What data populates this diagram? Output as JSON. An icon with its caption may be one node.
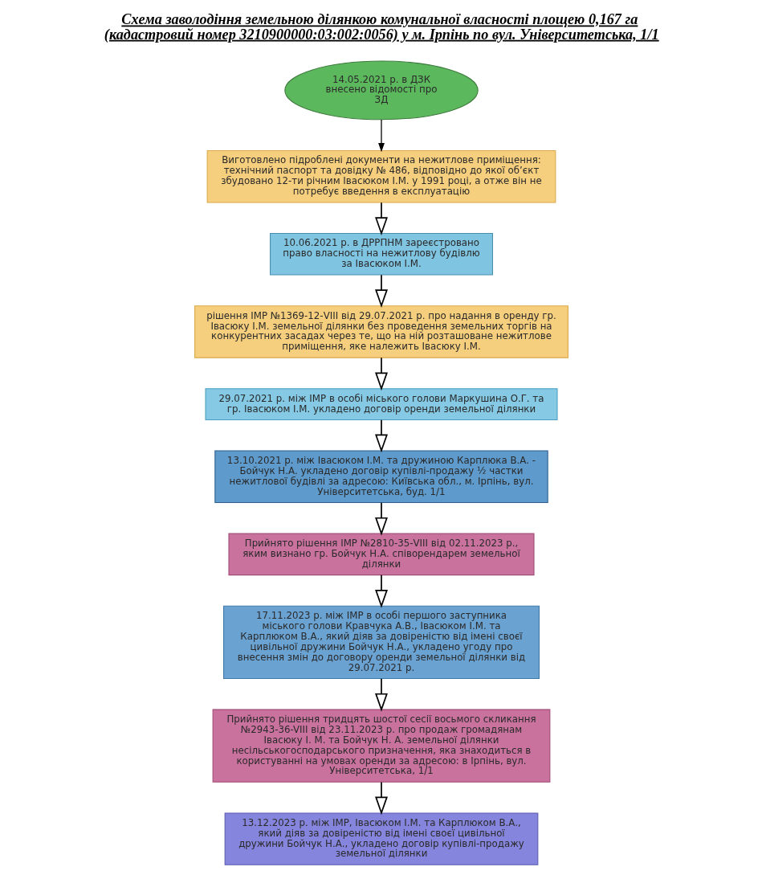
{
  "diagram": {
    "title": "Схема заволодіння земельною ділянкою комунальної власності площею 0,167 га (кадастровий номер 3210900000:03:002:0056) у м. Ірпінь по вул. Університетська, 1/1",
    "nodes": [
      {
        "text": [
          "14.05.2021 р. в ДЗК внесено відомості про ЗД"
        ]
      },
      {
        "text": [
          "Виготовлено підроблені документи на нежитлове приміщення: технічний паспорт та довідку № 486, відповідно до якої об’єкт збудовано 12-ти річним Івасюком І.М. у 1991 році, а отже він не потребує введення в експлуатацію"
        ]
      },
      {
        "text": [
          "10.06.2021 р. в ДРРПНМ зареєстровано право власності на нежитлову будівлю за Івасюком І.М."
        ]
      },
      {
        "text": [
          "рішення ІМР №1369-12-VIII від 29.07.2021 р. про надання в оренду гр. Івасюку І.М. земельної ділянки без проведення земельних торгів на конкурентних засадах через те, що на ній розташоване нежитлове приміщення, яке належить Івасюку І.М."
        ]
      },
      {
        "text": [
          "29.07.2021 р. між ІМР в особі міського голови Маркушина О.Г. та гр. Івасюком І.М. укладено договір оренди земельної ділянки"
        ]
      },
      {
        "text": [
          "13.10.2021 р. між Івасюком І.М. та дружиною Карплюка В.А. - Бойчук Н.А. укладено договір купівлі-продажу ½ частки нежитлової будівлі за адресою: Київська обл., м. Ірпінь, вул. Університетська, буд. 1/1"
        ]
      },
      {
        "text": [
          "Прийнято рішення ІМР №2810-35-VIII від 02.11.2023 р., яким визнано гр. Бойчук Н.А. співорендарем земельної ділянки"
        ]
      },
      {
        "text": [
          "17.11.2023 р. між ІМР в особі першого заступника міського голови Кравчука А.В., Івасюком І.М. та Карплюком В.А., який діяв за довіреністю від імені своєї цивільної дружини Бойчук Н.А., укладено угоду про внесення змін до договору оренди земельної ділянки від 29.07.2021 р."
        ]
      },
      {
        "text": [
          "Прийнято рішення тридцять шостої сесії восьмого скликання №2943-36-VIII від 23.11.2023 р. про продаж громадянам Івасюку І. М. та Бойчук Н. А. земельної ділянки несільськогосподарського призначення, яка знаходиться в користуванні на умовах оренди за адресою: в Ірпінь, вул. Університетська, 1/1"
        ]
      },
      {
        "text": [
          "13.12.2023 р. між ІМР, Івасюком І.М. та Карплюком В.А., який діяв за довіреністю від імені своєї цивільної дружини Бойчук Н.А., укладено договір купівлі-продажу земельної ділянки"
        ]
      }
    ],
    "edges": [
      {
        "from": 0,
        "to": 1,
        "arrow": "to"
      },
      {
        "from": 1,
        "to": 2,
        "arrow": "to"
      },
      {
        "from": 2,
        "to": 3,
        "arrow": "to"
      },
      {
        "from": 3,
        "to": 4,
        "arrow": "to"
      },
      {
        "from": 4,
        "to": 5,
        "arrow": "to"
      },
      {
        "from": 5,
        "to": 6,
        "arrow": "to"
      },
      {
        "from": 6,
        "to": 7,
        "arrow": "to"
      },
      {
        "from": 7,
        "to": 8,
        "arrow": "to"
      },
      {
        "from": 8,
        "to": 9,
        "arrow": "to"
      }
    ]
  }
}
